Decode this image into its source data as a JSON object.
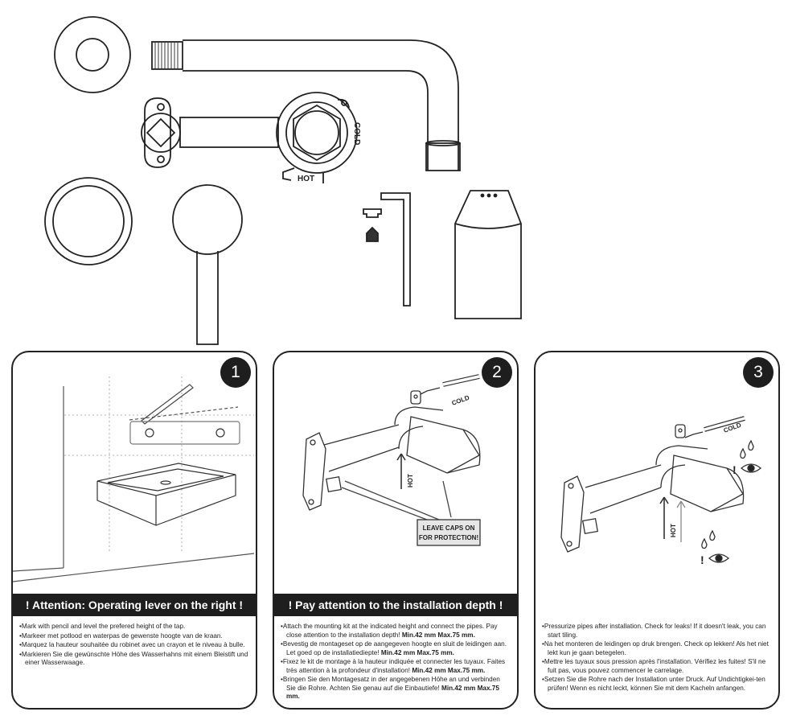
{
  "parts": {
    "valve_labels": {
      "hot": "HOT",
      "cold": "COLD"
    }
  },
  "panels": [
    {
      "number": "1",
      "title": "! Attention:  Operating lever on the right !",
      "paragraphs": [
        {
          "text": "Mark with pencil and level the prefered height of the tap.",
          "bold": ""
        },
        {
          "text": "Markeer met potlood en waterpas de gewenste hoogte van de kraan.",
          "bold": ""
        },
        {
          "text": "Marquez la hauteur souhaitée du robinet avec un crayon et le niveau à bulle.",
          "bold": ""
        },
        {
          "text": "Markieren Sie die gewünschte Höhe des Wasserhahns mit einem Bleistift und einer Wasserwaage.",
          "bold": ""
        }
      ]
    },
    {
      "number": "2",
      "title": "! Pay attention to the installation depth !",
      "callout_line1": "LEAVE CAPS ON",
      "callout_line2": "FOR PROTECTION!",
      "hot_label": "HOT",
      "cold_label": "COLD",
      "paragraphs": [
        {
          "text": "Attach the mounting kit at the indicated height and connect the pipes. Pay close attention to the installation depth! ",
          "bold": "Min.42 mm Max.75 mm."
        },
        {
          "text": "Bevestig de montageset op de aangegeven hoogte en sluit de leidingen aan. Let goed op de installatiediepte! ",
          "bold": "Min.42 mm Max.75 mm."
        },
        {
          "text": "Fixez le kit de montage à la hauteur indiquée et connecter les tuyaux. Faites très attention à la profondeur d'installation! ",
          "bold": "Min.42 mm Max.75 mm."
        },
        {
          "text": "Bringen Sie den Montagesatz in der angegebenen Höhe an und verbinden Sie die Rohre. Achten Sie genau auf die Einbautiefe! ",
          "bold": "Min.42 mm Max.75 mm."
        }
      ]
    },
    {
      "number": "3",
      "title": "",
      "hot_label": "HOT",
      "cold_label": "COLD",
      "paragraphs": [
        {
          "text": "Pressurize pipes after installation. Check for leaks! If it doesn't leak, you can start tiling.",
          "bold": ""
        },
        {
          "text": "Na het monteren de leidingen op druk brengen. Check op lekken! Als het niet lekt kun je gaan betegelen.",
          "bold": ""
        },
        {
          "text": "Mettre les tuyaux sous pression après l'installation. Vérifiez les fuites! S'il ne fuit pas, vous pouvez commencer le carrelage.",
          "bold": ""
        },
        {
          "text": "Setzen Sie die Rohre nach der Installation unter Druck. Auf Undichtigkei-ten prüfen! Wenn es nicht leckt, können Sie mit dem Kacheln anfangen.",
          "bold": ""
        }
      ]
    }
  ]
}
